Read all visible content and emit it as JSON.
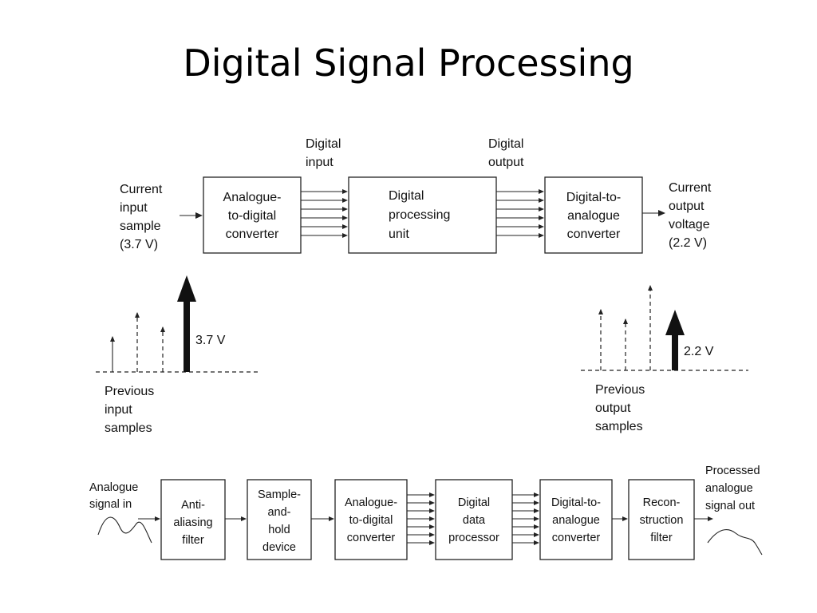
{
  "title": "Digital Signal Processing",
  "top": {
    "input_label": [
      "Current",
      "input",
      "sample",
      "(3.7 V)"
    ],
    "adc": [
      "Analogue-",
      "to-digital",
      "converter"
    ],
    "digital_input": [
      "Digital",
      "input"
    ],
    "dpu": [
      "Digital",
      "processing",
      "unit"
    ],
    "digital_output": [
      "Digital",
      "output"
    ],
    "dac": [
      "Digital-to-",
      "analogue",
      "converter"
    ],
    "output_label": [
      "Current",
      "output",
      "voltage",
      "(2.2 V)"
    ]
  },
  "middle": {
    "input_value": "3.7 V",
    "input_caption": [
      "Previous",
      "input",
      "samples"
    ],
    "output_value": "2.2 V",
    "output_caption": [
      "Previous",
      "output",
      "samples"
    ]
  },
  "bottom": {
    "signal_in": [
      "Analogue",
      "signal in"
    ],
    "anti_aliasing": [
      "Anti-",
      "aliasing",
      "filter"
    ],
    "sample_hold": [
      "Sample-",
      "and-",
      "hold",
      "device"
    ],
    "adc": [
      "Analogue-",
      "to-digital",
      "converter"
    ],
    "processor": [
      "Digital",
      "data",
      "processor"
    ],
    "dac": [
      "Digital-to-",
      "analogue",
      "converter"
    ],
    "reconstruction": [
      "Recon-",
      "struction",
      "filter"
    ],
    "signal_out": [
      "Processed",
      "analogue",
      "signal out"
    ]
  }
}
